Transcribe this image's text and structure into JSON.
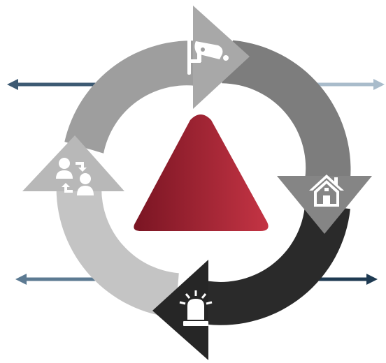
{
  "diagram": {
    "type": "cycle",
    "center_shape": "triangle",
    "steps": [
      {
        "icon": "security-camera-icon",
        "segment_color": "#9e9e9e",
        "arrow_color": "#a8a8a8"
      },
      {
        "icon": "house-icon",
        "segment_color": "#7d7d7d",
        "arrow_color": "#858585"
      },
      {
        "icon": "alarm-siren-icon",
        "segment_color": "#2a2a2a",
        "arrow_color": "#262626"
      },
      {
        "icon": "user-exchange-icon",
        "segment_color": "#c4c4c4",
        "arrow_color": "#b8b8b8"
      }
    ],
    "side_arrows": [
      {
        "side": "left",
        "color": "#3d5a73"
      },
      {
        "side": "right",
        "color": "#a9bccb"
      },
      {
        "side": "left",
        "color": "#5c7a92"
      },
      {
        "side": "right",
        "color": "#1e3a52"
      }
    ],
    "colors": {
      "triangle_start": "#7a1523",
      "triangle_end": "#c43444",
      "icon_fill": "#ffffff"
    }
  }
}
